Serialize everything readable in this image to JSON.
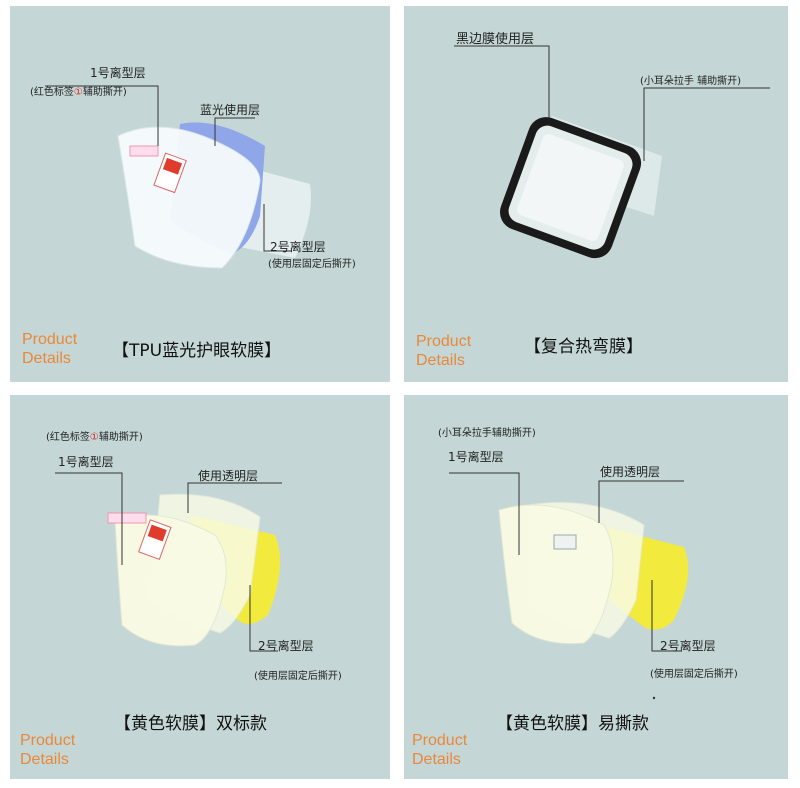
{
  "panels": [
    {
      "product_label": [
        "Product",
        "Details"
      ],
      "title": "【TPU蓝光护眼软膜】",
      "labels": {
        "layer1": "1号离型层",
        "tag_pre": "(红色标签",
        "tag_circle": "①",
        "tag_post": "辅助撕开)",
        "blue_layer": "蓝光使用层",
        "layer2": "2号离型层",
        "layer2_note": "(使用层固定后撕开)"
      },
      "colors": {
        "use_layer": "#8fa6e8"
      }
    },
    {
      "product_label": [
        "Product",
        "Details"
      ],
      "title": "【复合热弯膜】",
      "labels": {
        "black_edge": "黑边膜使用层",
        "ear_tab": "(小耳朵拉手 辅助撕开)"
      },
      "colors": {
        "frame": "#1a1a1a"
      }
    },
    {
      "product_label": [
        "Product",
        "Details"
      ],
      "title": "【黄色软膜】双标款",
      "labels": {
        "tag_pre": "(红色标签",
        "tag_circle": "①",
        "tag_post": "辅助撕开)",
        "layer1": "1号离型层",
        "clear_layer": "使用透明层",
        "layer2": "2号离型层",
        "layer2_note": "(使用层固定后撕开)"
      },
      "colors": {
        "release_layer": "#f2ea3c"
      }
    },
    {
      "product_label": [
        "Product",
        "Details"
      ],
      "title": "【黄色软膜】易撕款",
      "labels": {
        "ear_pre": "(小耳朵拉手",
        "ear_post": "辅助撕开)",
        "layer1": "1号离型层",
        "clear_layer": "使用透明层",
        "layer2": "2号离型层",
        "layer2_note": "(使用层固定后撕开)"
      },
      "colors": {
        "release_layer": "#f2ea3c"
      }
    }
  ]
}
